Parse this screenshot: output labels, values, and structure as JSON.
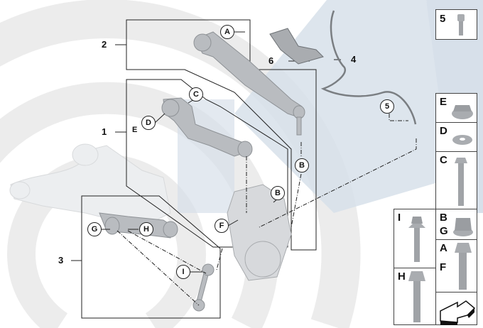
{
  "callouts": {
    "group_1": "1",
    "group_2": "2",
    "group_3": "3",
    "group_4": "4",
    "group_6": "6",
    "circle_A": "A",
    "circle_B_upper": "B",
    "circle_B_lower": "B",
    "circle_C": "C",
    "circle_D": "D",
    "plain_E": "E",
    "circle_F": "F",
    "circle_G": "G",
    "circle_H": "H",
    "circle_I": "I",
    "circle_5": "5"
  },
  "parts_panel": {
    "p5": "5",
    "pE": "E",
    "pD": "D",
    "pC": "C",
    "pB": "B",
    "pG": "G",
    "pA": "A",
    "pF": "F",
    "pI": "I",
    "pH": "H"
  },
  "colors": {
    "background_arc": "#e9e9e9",
    "background_blue": "#d5dee8",
    "part_grey": "#b9bcc0",
    "line": "#222222"
  }
}
